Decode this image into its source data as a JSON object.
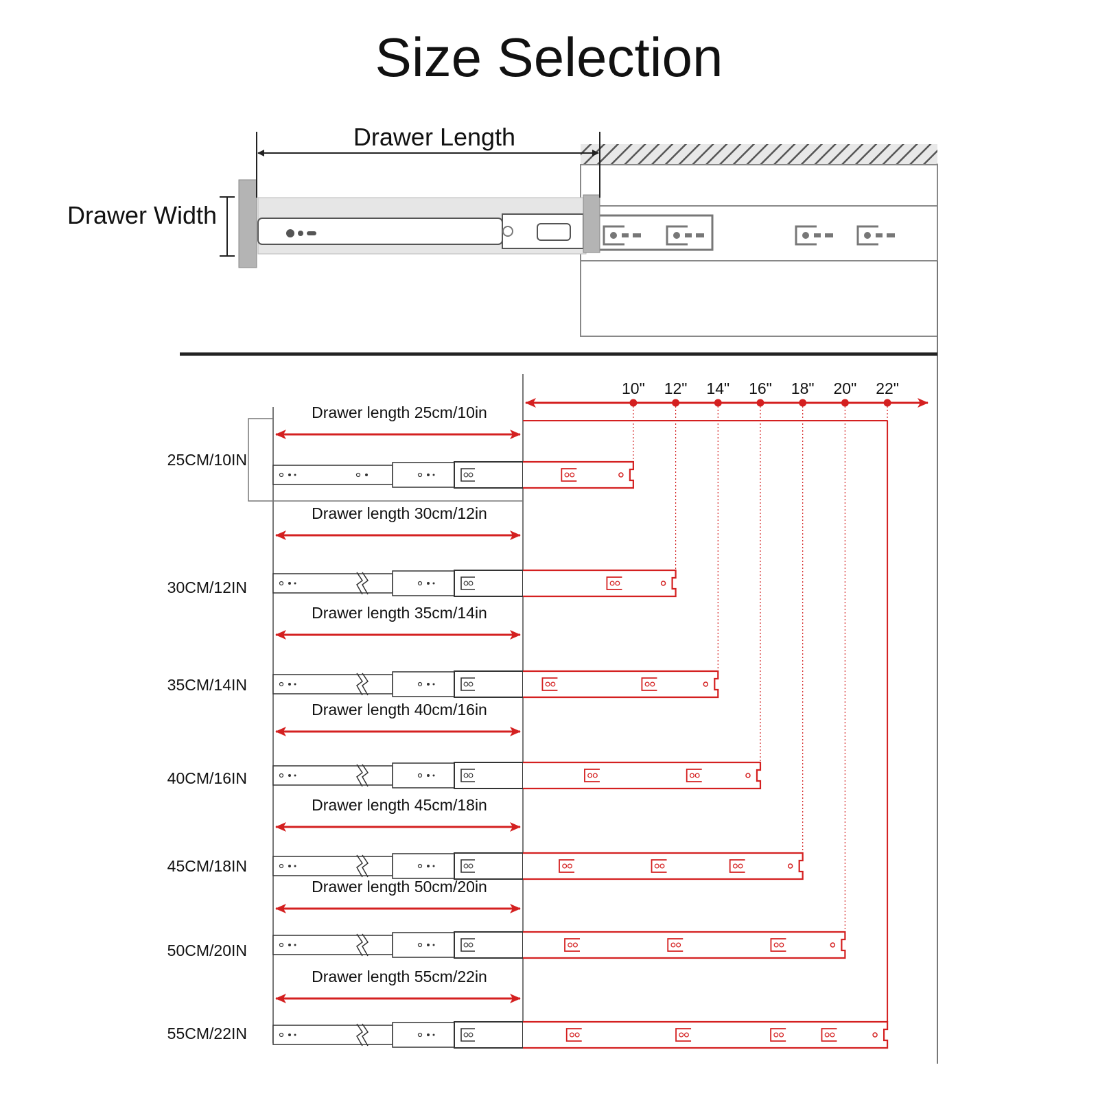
{
  "title": "Size Selection",
  "top_diagram": {
    "length_label": "Drawer Length",
    "width_label": "Drawer Width"
  },
  "scale_ticks": [
    "10\"",
    "12\"",
    "14\"",
    "16\"",
    "18\"",
    "20\"",
    "22\""
  ],
  "sizes": [
    {
      "label": "25CM/10IN",
      "length_label": "Drawer length 25cm/10in",
      "inches": 10,
      "has_break": false
    },
    {
      "label": "30CM/12IN",
      "length_label": "Drawer length 30cm/12in",
      "inches": 12,
      "has_break": true
    },
    {
      "label": "35CM/14IN",
      "length_label": "Drawer length 35cm/14in",
      "inches": 14,
      "has_break": true
    },
    {
      "label": "40CM/16IN",
      "length_label": "Drawer length 40cm/16in",
      "inches": 16,
      "has_break": true
    },
    {
      "label": "45CM/18IN",
      "length_label": "Drawer length 45cm/18in",
      "inches": 18,
      "has_break": true
    },
    {
      "label": "50CM/20IN",
      "length_label": "Drawer length 50cm/20in",
      "inches": 20,
      "has_break": true
    },
    {
      "label": "55CM/22IN",
      "length_label": "Drawer length 55cm/22in",
      "inches": 22,
      "has_break": true
    }
  ],
  "colors": {
    "accent": "#d42020",
    "line": "#333333",
    "grey": "#a8a8a8"
  }
}
